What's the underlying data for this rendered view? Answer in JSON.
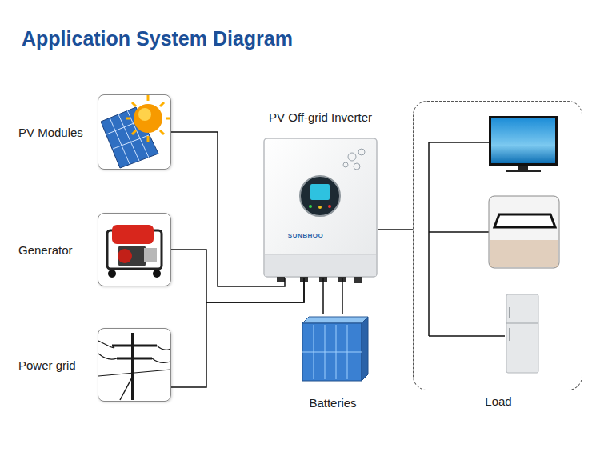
{
  "diagram": {
    "title": "Application System Diagram",
    "nodes": [
      {
        "text": [
          "PV Modules"
        ]
      },
      {
        "text": [
          "Generator"
        ]
      },
      {
        "text": [
          "Power grid"
        ]
      },
      {
        "text": [
          "PV Off-grid Inverter",
          "SUNBHOO"
        ]
      },
      {
        "text": [
          "Batteries"
        ]
      },
      {
        "text": [
          "Load"
        ]
      }
    ],
    "edges": [
      {
        "from": 0,
        "to": 3,
        "arrow": "none"
      },
      {
        "from": 1,
        "to": 3,
        "arrow": "none"
      },
      {
        "from": 2,
        "to": 3,
        "arrow": "none"
      },
      {
        "from": 3,
        "to": 4,
        "arrow": "none"
      },
      {
        "from": 3,
        "to": 5,
        "arrow": "none"
      }
    ]
  }
}
